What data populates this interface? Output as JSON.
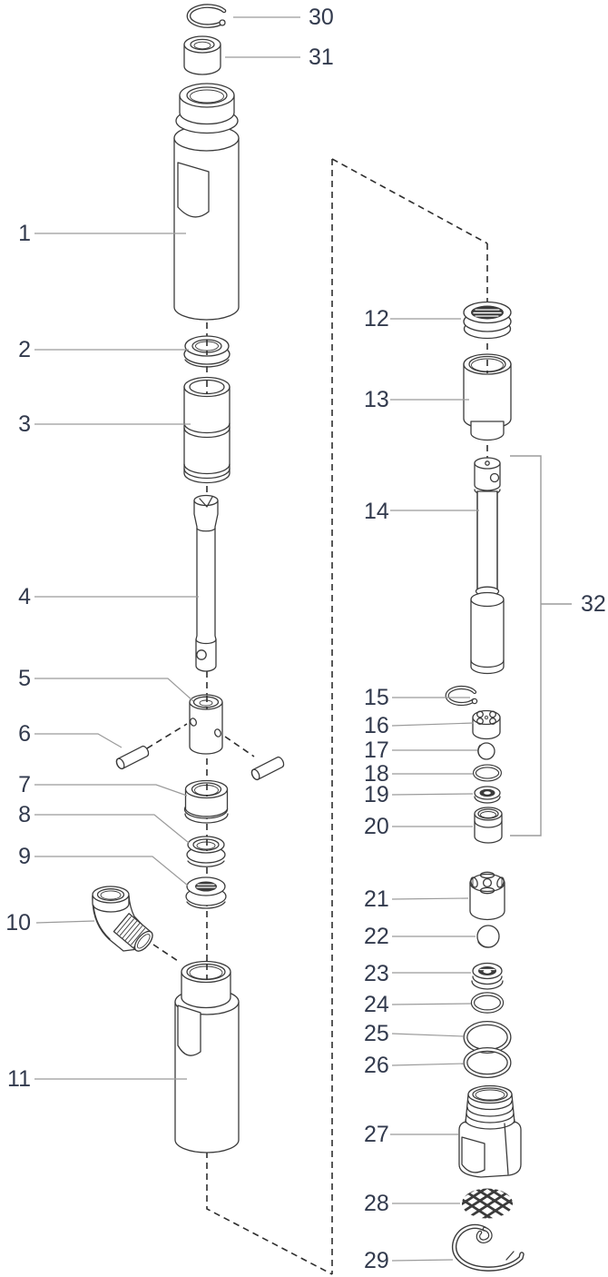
{
  "colors": {
    "label": "#323a4d",
    "leader": "#9b9b9b",
    "outline": "#3b3b3b",
    "dash": "#2e2e2e",
    "background": "#ffffff"
  },
  "parts": [
    {
      "callout": "1"
    },
    {
      "callout": "2"
    },
    {
      "callout": "3"
    },
    {
      "callout": "4"
    },
    {
      "callout": "5"
    },
    {
      "callout": "6"
    },
    {
      "callout": "7"
    },
    {
      "callout": "8"
    },
    {
      "callout": "9"
    },
    {
      "callout": "10"
    },
    {
      "callout": "11"
    },
    {
      "callout": "12"
    },
    {
      "callout": "13"
    },
    {
      "callout": "14"
    },
    {
      "callout": "15"
    },
    {
      "callout": "16"
    },
    {
      "callout": "17"
    },
    {
      "callout": "18"
    },
    {
      "callout": "19"
    },
    {
      "callout": "20"
    },
    {
      "callout": "21"
    },
    {
      "callout": "22"
    },
    {
      "callout": "23"
    },
    {
      "callout": "24"
    },
    {
      "callout": "25"
    },
    {
      "callout": "26"
    },
    {
      "callout": "27"
    },
    {
      "callout": "28"
    },
    {
      "callout": "29"
    },
    {
      "callout": "30"
    },
    {
      "callout": "31"
    },
    {
      "callout": "32"
    }
  ]
}
